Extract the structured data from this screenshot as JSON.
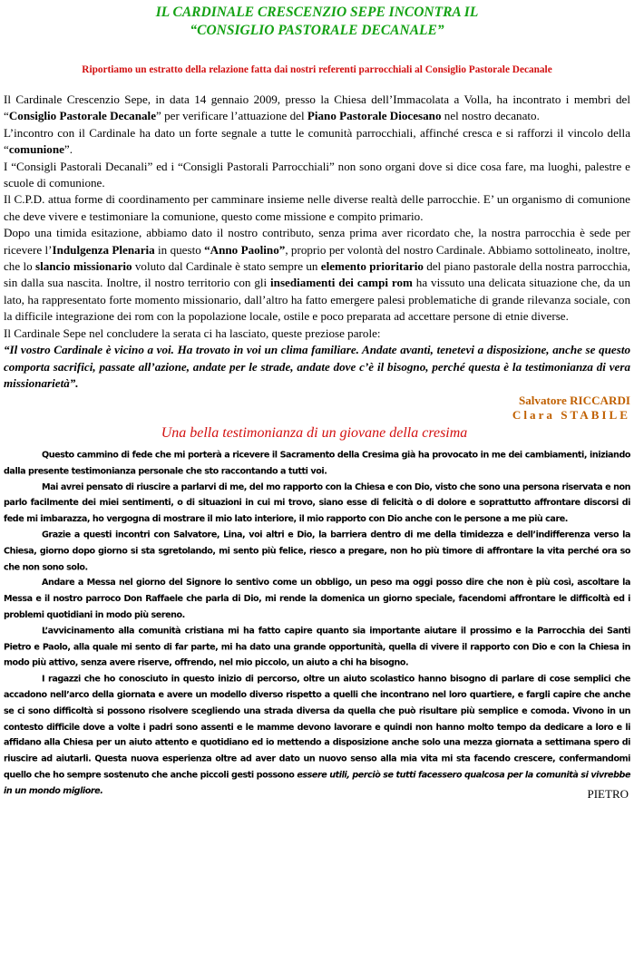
{
  "article": {
    "title_line1": "IL CARDINALE CRESCENZIO SEPE INCONTRA IL",
    "title_line2": "“CONSIGLIO PASTORALE DECANALE”",
    "subtitle": "Riportiamo un estratto della relazione fatta dai nostri referenti parrocchiali al Consiglio Pastorale Decanale",
    "p1": [
      "Il Cardinale Crescenzio Sepe, in data 14 gennaio 2009, presso la Chiesa dell’Immacolata a Volla, ha incontrato i membri del “",
      "Consiglio Pastorale Decanale",
      "” per verificare l’attuazione del ",
      "Piano Pastorale Diocesano",
      " nel nostro decanato."
    ],
    "p2": [
      "L’incontro con il Cardinale ha dato un forte segnale a tutte le comunità parrocchiali, affinché cresca e si rafforzi il vincolo della “",
      "comunione",
      "”."
    ],
    "p3": "I “Consigli Pastorali Decanali” ed i “Consigli Pastorali Parrocchiali”  non sono organi dove si dice cosa fare, ma luoghi, palestre e scuole di comunione.",
    "p4": "Il C.P.D. attua forme di coordinamento per camminare insieme nelle diverse realtà delle parrocchie. E’ un organismo di comunione che deve vivere e testimoniare la comunione, questo come missione e compito primario.",
    "p5": [
      "Dopo una timida esitazione, abbiamo dato il nostro contributo, senza prima aver ricordato che, la nostra parrocchia è sede per ricevere l’",
      "Indulgenza Plenaria",
      " in questo ",
      "“Anno Paolino”",
      ", proprio per volontà del nostro Cardinale. Abbiamo sottolineato, inoltre, che lo ",
      "slancio missionario",
      " voluto dal Cardinale è stato sempre un ",
      "elemento prioritario",
      " del piano pastorale della nostra parrocchia, sin dalla sua nascita. Inoltre, il nostro territorio con gli ",
      "insediamenti dei campi rom",
      " ha vissuto una delicata situazione che, da un lato, ha rappresentato forte momento missionario, dall’altro ha fatto emergere palesi problematiche di grande rilevanza sociale, con la difficile integrazione dei rom con la popolazione locale, ostile e poco preparata ad accettare persone di etnie diverse."
    ],
    "p6": "Il Cardinale Sepe nel concludere la serata ci ha lasciato, queste preziose parole:",
    "quote": "“Il vostro Cardinale è vicino a voi. Ha trovato in voi un clima familiare. Andate avanti, tenetevi a disposizione, anche se questo comporta sacrifici, passate all’azione, andate per le strade, andate dove c’è il bisogno, perché questa è la testimonianza di  vera  missionarietà”.",
    "signature1": "Salvatore RICCARDI",
    "signature2": "Clara STABILE"
  },
  "testimony": {
    "heading": "Una bella testimonianza di un giovane della cresima",
    "paragraphs": [
      "Questo cammino di fede che mi porterà a ricevere il Sacramento della Cresima già ha provocato in me dei cambiamenti, iniziando dalla presente testimonianza personale che sto raccontando a tutti voi.",
      "Mai avrei pensato di riuscire a parlarvi di me, del mo rapporto con la Chiesa e con Dio, visto che sono una persona riservata e non parlo facilmente dei miei sentimenti, o di situazioni in cui mi trovo, siano esse di felicità o di dolore e soprattutto affrontare discorsi di fede mi imbarazza, ho vergogna di mostrare il mio lato interiore, il mio rapporto con Dio anche con le persone a me più care.",
      "Grazie a questi incontri con Salvatore, Lina, voi altri e Dio, la barriera dentro di me della timidezza e dell’indifferenza verso la Chiesa, giorno dopo giorno si sta sgretolando, mi sento più felice, riesco a pregare, non ho più timore di affrontare la vita perché ora so che non sono solo.",
      "Andare a Messa nel giorno del Signore lo sentivo come un obbligo, un peso ma oggi posso dire che non è più così, ascoltare la Messa e il nostro parroco Don Raffaele che parla di Dio, mi rende la domenica un giorno speciale, facendomi affrontare le difficoltà ed i problemi quotidiani in modo più sereno.",
      "L’avvicinamento alla comunità cristiana mi ha fatto capire quanto sia importante aiutare il prossimo e la Parrocchia dei Santi Pietro e Paolo, alla quale mi sento di far parte, mi ha dato una grande opportunità, quella di vivere il rapporto con Dio e con la Chiesa in modo più attivo, senza avere riserve, offrendo, nel mio piccolo, un aiuto a chi ha bisogno."
    ],
    "last_paragraph": "I ragazzi che ho conosciuto in questo inizio di percorso, oltre un aiuto scolastico hanno bisogno di parlare di cose semplici che accadono nell’arco della giornata e avere un modello diverso rispetto a quelli che incontrano nel loro quartiere, e fargli capire che anche se ci sono difficoltà si possono risolvere scegliendo una strada diversa da quella che può risultare più semplice e comoda. Vivono in un contesto difficile dove a volte i padri sono assenti e le mamme devono lavorare e quindi non hanno molto tempo da dedicare a loro e li affidano alla Chiesa per un aiuto attento e quotidiano ed io mettendo a disposizione anche solo una mezza giornata a settimana spero di riuscire ad aiutarli. Questa nuova esperienza oltre ad aver dato un nuovo senso alla mia vita mi sta facendo crescere, confermandomi quello che ho sempre sostenuto che anche piccoli gesti possono",
    "last_paragraph_italic": "essere utili, perciò se tutti facessero qualcosa per la comunità si vivrebbe in un mondo migliore.",
    "author": "PIETRO"
  }
}
